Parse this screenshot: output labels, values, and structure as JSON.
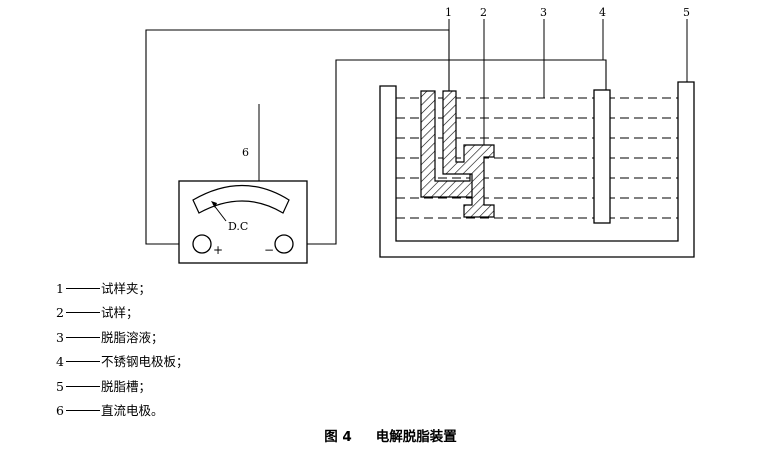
{
  "callouts": [
    "1",
    "2",
    "3",
    "4",
    "5",
    "6"
  ],
  "meter": {
    "label": "D.C",
    "plus": "+",
    "minus": "−"
  },
  "legend": [
    {
      "num": "1",
      "text": "试样夹；"
    },
    {
      "num": "2",
      "text": "试样；"
    },
    {
      "num": "3",
      "text": "脱脂溶液；"
    },
    {
      "num": "4",
      "text": "不锈钢电极板；"
    },
    {
      "num": "5",
      "text": "脱脂槽；"
    },
    {
      "num": "6",
      "text": "直流电极。"
    }
  ],
  "caption": {
    "figure": "图 4",
    "title": "电解脱脂装置"
  },
  "colors": {
    "line": "#000000",
    "background": "#ffffff"
  }
}
